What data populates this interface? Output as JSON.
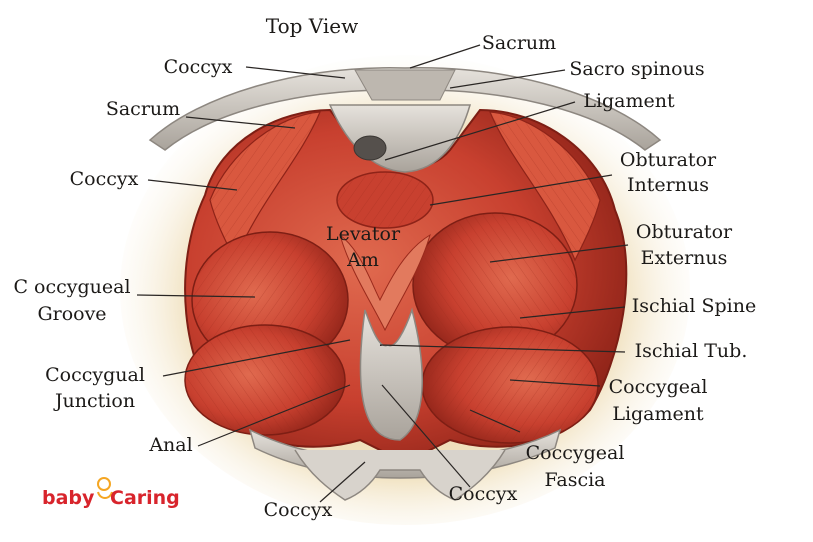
{
  "title": "Top View",
  "labels": {
    "coccyx_top": "Coccyx",
    "sacrum_top": "Sacrum",
    "sacrum_left": "Sacrum",
    "sacro_spinous": "Sacro spinous",
    "ligament": "Ligament",
    "coccyx_left": "Coccyx",
    "obturator_internus_1": "Obturator",
    "obturator_internus_2": "Internus",
    "levator_1": "Levator",
    "levator_2": "Am",
    "obturator_externus_1": "Obturator",
    "obturator_externus_2": "Externus",
    "coccygueal_groove_1": "C occygueal",
    "coccygueal_groove_2": "Groove",
    "ischial_spine": "Ischial Spine",
    "ischial_tub": "Ischial Tub.",
    "coccygual_junction_1": "Coccygual",
    "coccygual_junction_2": "Junction",
    "coccygeal_ligament_1": "Coccygeal",
    "coccygeal_ligament_2": "Ligament",
    "anal": "Anal",
    "coccygeal_fascia_1": "Coccygeal",
    "coccygeal_fascia_2": "Fascia",
    "coccyx_bottom_left": "Coccyx",
    "coccyx_bottom_right": "Coccyx"
  },
  "logo": {
    "part1": "baby",
    "part2": "Caring",
    "colors": {
      "baby": "#d8242c",
      "caring": "#d8242c",
      "accent": "#f5a623"
    }
  },
  "colors": {
    "muscle": "#c8402f",
    "muscle_dark": "#8e2318",
    "muscle_light": "#e27a5e",
    "bone": "#c9c4bd",
    "bone_dark": "#8d8780",
    "glow": "#d9b46a"
  }
}
